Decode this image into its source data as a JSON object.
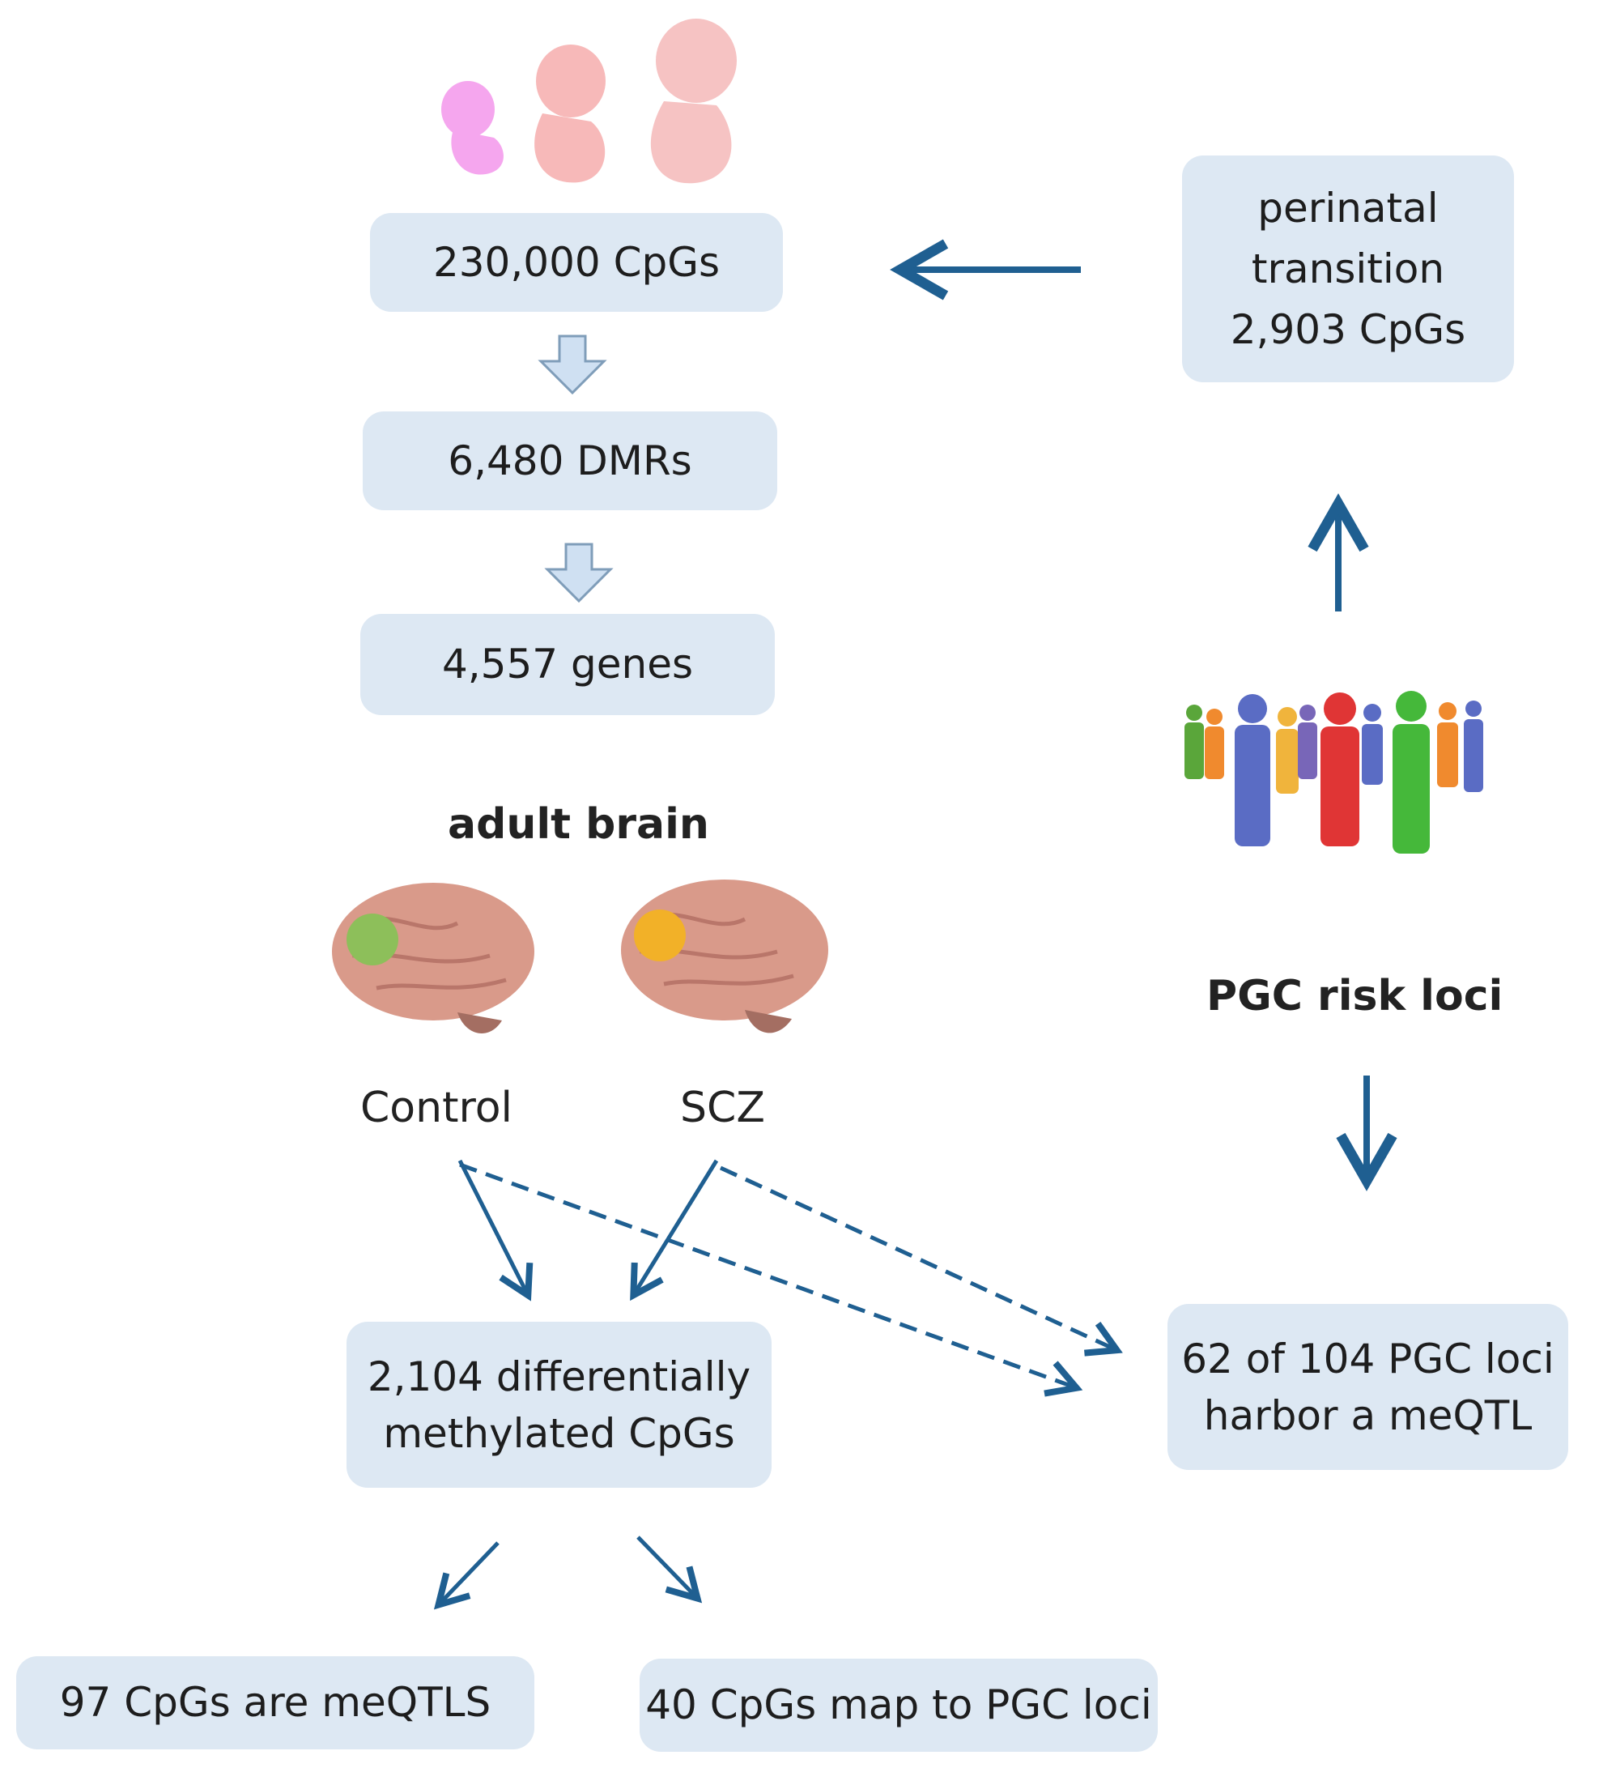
{
  "colors": {
    "box_fill": "#dde8f3",
    "arrow": "#1f5f91",
    "block_arrow_fill": "#cfe0f2",
    "block_arrow_stroke": "#7f9db9",
    "fetus_light": "#f6c3c3",
    "fetus_pink": "#f5a6ee",
    "brain": "#d99a8a",
    "brain_control_spot": "#8dbf5a",
    "brain_scz_spot": "#f2b128"
  },
  "icons": {
    "fetus": "fetus-development-icon",
    "people": "people-crowd-icon",
    "brain": "brain-icon"
  },
  "boxes": {
    "cpgs_total": "230,000  CpGs",
    "dmrs": "6,480  DMRs",
    "genes": "4,557  genes",
    "perinatal": "perinatal\ntransition\n2,903  CpGs",
    "diff_methylated": "2,104 differentially\nmethylated CpGs",
    "pgc_meqtl": "62 of 104 PGC loci\nharbor a meQTL",
    "meqtls": "97 CpGs  are meQTLS",
    "map_pgc": "40 CpGs  map to PGC loci"
  },
  "labels": {
    "adult_brain": "adult brain",
    "control": "Control",
    "scz": "SCZ",
    "pgc_risk": "PGC risk loci"
  }
}
